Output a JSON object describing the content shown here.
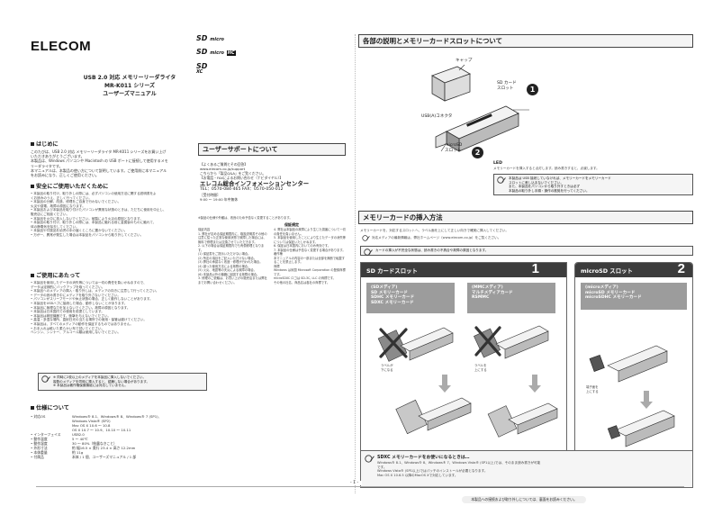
{
  "left": {
    "logo": "ELECOM",
    "cover_title": [
      "USB 2.0 対応 メモリーリーダライタ",
      "MR-K011 シリーズ",
      "ユーザーズマニュアル"
    ],
    "sections": {
      "intro": {
        "title": "はじめに",
        "lines": [
          "このたびは、USB 2.0 対応 メモリーリーダライタ MR-K011 シリーズをお買い上げ",
          "いただきありがとうございます。",
          "本製品は、Windows パソコンや Macintosh の USB ポートに接続して使用するメモ",
          "リーダライタです。",
          "本マニュアルは、本製品の使い方について説明しています。ご使用前に本マニュアル",
          "をお読みになり、正しくご使用ください。"
        ]
      },
      "safety": {
        "title": "安全にご使用いただくために",
        "lines": [
          "• 本製品の取り付け、取り外しの際には、必ずパソコンの使用方法に関する説明書をよ",
          "  くお読みのうえ、正しく行ってください。",
          "• 本製品の分解、改造、修理をご自身で行わないでください。",
          "  火災や感電、故障の原因になります。",
          "• 本製品および本製品を取り付けたパソコンが異常な状態のときは、ただちに使用を中止し、",
          "  販売店にご相談ください。",
          "• 本製品を火中に投入しないでください。破裂により火災の原因となります。",
          "• 本製品の取り付け、取り外しの際には、本製品に触れる前に金属製のものに触れて、",
          "  体の静電気を除去してください。",
          "• 本製品や付属品を幼児の手の届くところに置かないでください。",
          "• 万が一、異常が発生した場合は本製品をパソコンから取り外してください。"
        ]
      },
      "caution": {
        "title": "ご使用にあたって",
        "lines": [
          "• 本製品を使用したデータの消失等については一切の責任を負いかねますので、",
          "  データは定期的にバックアップを取ってください。",
          "• 本製品へのメディアの挿入・取り外しは、メディアの向きに注意して行ってください。",
          "• データの読み書き中にメディアを取り外さないでください。",
          "• パソコンがスリープモードや休止状態の場合、正しく動作しないことがあります。",
          "• 本製品をUSBハブに接続した場合、動作しないことがあります。",
          "• 本製品に無理な力を加えないでください。故障の原因となります。",
          "• 本製品は日本国内での使用を前提としています。",
          "• 本製品は精密機器です。衝撃を与えないでください。",
          "• 高温・多湿な場所、直射日光の当たる場所での使用・保管は避けてください。",
          "• 本製品は、すべてのメディアの動作を保証するものではありません。",
          "• お手入れは乾いた柔らかい布で拭いてください。",
          "  ベンジン、シンナー、アルコール類は使用しないでください。"
        ]
      },
      "note1": [
        "※ 同時に2枚以上のメディアを本製品に挿入しないでください。",
        "  複数のメディアを同時に挿入すると、認識しない場合があります。",
        "※ 本製品は著作権保護機能には対応していません。"
      ],
      "spec": {
        "title": "仕様について",
        "rows": [
          {
            "k": "対応OS",
            "v": "Windows® 8.1、Windows® 8、Windows® 7 (SP1)、"
          },
          {
            "k": "",
            "v": "Windows Vista® (SP2)"
          },
          {
            "k": "",
            "v": "Mac OS X 10.6 ～ 10.8"
          },
          {
            "k": "",
            "v": "OS X 10.7 ～ 10.9、10.10 ～ 10.11"
          },
          {
            "k": "インターフェイス",
            "v": "USB2.0"
          },
          {
            "k": "動作温度",
            "v": "5 ～ 40℃"
          },
          {
            "k": "動作湿度",
            "v": "30 ～ 80%（結露なきこと）"
          },
          {
            "k": "外形寸法",
            "v": "約 幅16.5 × 奥行 23.4 × 高さ 12.2mm"
          },
          {
            "k": "本体重量",
            "v": "約 11g"
          },
          {
            "k": "付属品",
            "v": "本体 / 1 個、ユーザーズマニュアル / 1 部"
          }
        ]
      }
    }
  },
  "middle": {
    "logos": [
      "SD",
      "micro",
      "SD",
      "micro",
      "SD",
      "HC",
      "SD",
      "XC"
    ],
    "support_header": "ユーザーサポートについて",
    "support_lines": [
      "【よくあるご質問とその回答】",
      "www.elecom.co.jp/support",
      "こちらから「製品Q&A」をご覧ください。",
      "【お電話・FAXによるお問い合わせ（ナビダイヤル）】",
      "エレコム総合インフォメーションセンター",
      "TEL：0570-084-465   FAX：0570-050-012",
      "［受付時間］",
      "9:00 ～ 19:00  年中無休"
    ],
    "support_note": "※製品の仕様や外観は、改良のため予告なく変更することがあります。",
    "terms_title": "保証規定",
    "terms_left": [
      "保証内容",
      "1. 弊社が定める保証期間内に、取扱説明書その他の注意に従った正常な使用状態で故障した場合には、無料で修理または交換させていただきます。",
      "2. 以下の場合は保証期間内でも有償修理となります。",
      "(1) 保証書をご提示いただけない場合。",
      "(2) 所定の項目をご記入いただけない場合。",
      "(3) 弊社の承認なく改造・修理が行われた場合。",
      "(4) 誤った使用方法による故障の場合。",
      "(5) 火災、地震等の天災による故障の場合。",
      "(6) 本製品以外の機器に起因する故障の場合。",
      "3. 修理のご依頼は、お買い上げの販売店または弊社までお問い合わせください。"
    ],
    "terms_right": [
      "4. 弊社は本製品の故障により生じた損害について一切の責任を負いません。",
      "5. 本製品を使用したことにより生じたデータの消失等については保証いたしかねます。",
      "6. 保証は日本国内においてのみ有効です。",
      "7. 本製品の仕様は予告なく変更する場合があります。",
      "著作権",
      "本マニュアルの内容の一部または全部を無断で転載することを禁止します。",
      "商標",
      "Windows は米国 Microsoft Corporation の登録商標です。",
      "microSDXC ロゴは SD-3C, LLC の商標です。",
      "その他の社名、商品名は各社の商標です。"
    ]
  },
  "right": {
    "parts_header": "各部の説明とメモリーカードスロットについて",
    "labels": {
      "cap": "キャップ",
      "sd": "SD カード\nスロット",
      "usb": "USB(A)コネクタ",
      "micro": "microSD\nスロット",
      "num1": "1",
      "num2": "2"
    },
    "led_title": "LED",
    "led_text": "メモリーカードを挿入すると点灯します。読み書きすると、点滅します。",
    "parts_note": [
      "本製品は USB 接続していなければ、メモリーカードをメモリーカード",
      "スロットに差し込まないでください。",
      "また、本製品をパソコンから取り外すときは必ず",
      "本製品の取り外し手順・操作の推奨を行ってください。"
    ],
    "insert_header": "メモリーカードの挿入方法",
    "insert_intro": "メモリーカードを、対応するスロットへ、ラベル面を上にして正しい向きで確実に挿入してください。",
    "insert_sub": "対応メディアの最新情報は、弊社ホームページ（www.elecom.co.jp）をご覧ください。",
    "insert_note": "カードの挿入が不完全な状態は、読み書きの不具合や故障の原因となります。",
    "slot1": {
      "title": "SD カードスロット",
      "num": "1",
      "panel_a": [
        "(SDメディア)",
        "SD メモリーカード",
        "SDHC メモリーカード",
        "SDXC メモリーカード"
      ],
      "panel_b": [
        "(MMCメディア)",
        "マルチメディアカード",
        "RSMMC"
      ],
      "label_a": "ラベルが\n下になる",
      "label_b": "ラベルを\n上にする"
    },
    "slot2": {
      "title": "microSD スロット",
      "num": "2",
      "panel": [
        "(microメディア)",
        "microSD メモリーカード",
        "microSDHC メモリーカード"
      ],
      "label": "端子面を\n上にする"
    },
    "adapter_note": "※ miniSDカード・microSDカードは、変換アダプタを使用して挿入してください。",
    "sdxc_title": "SDXC メモリーカードをお使いになるときは…",
    "sdxc_lines": [
      "Windows® 8.1、Windows® 8、Windows® 7、Windows Vista® (SP1以上)では、そのまま読み書きが可能",
      "です。",
      "Windows Vista® (SP1以上)ではパッチのインストールが必要となります。",
      "Mac OS X 10.6.5 以降のMacOS Xで対応しています。"
    ],
    "footer_band": "本製品への接続および取り外しについては、裏面をお読みください。",
    "page_num": "- 1 -"
  }
}
